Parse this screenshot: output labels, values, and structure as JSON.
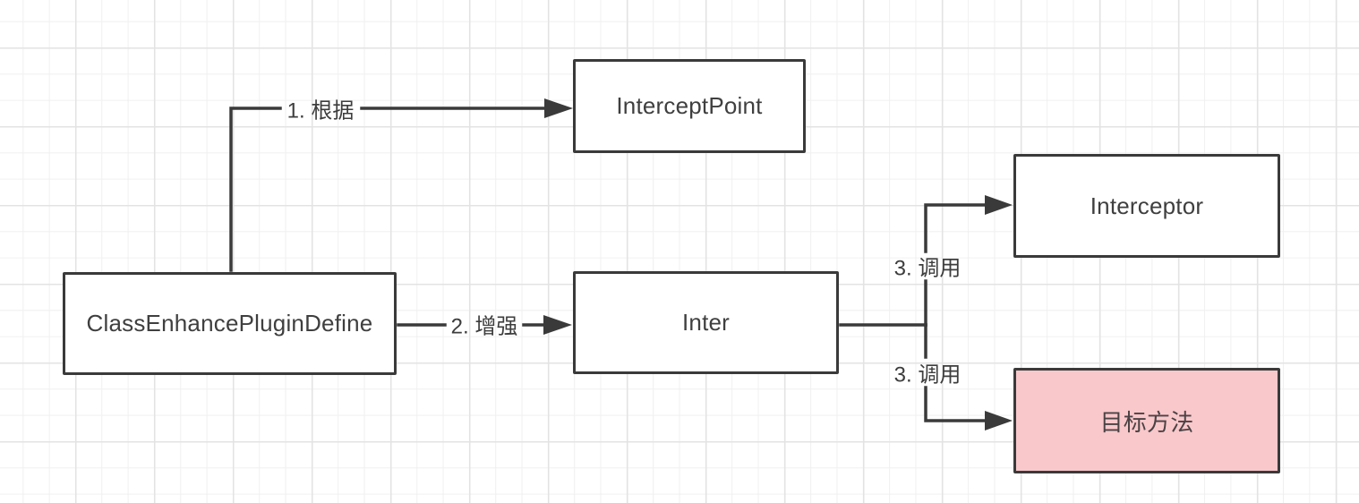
{
  "diagram": {
    "background": "#ffffff",
    "grid": {
      "minor_color": "#f0f0f0",
      "major_color": "#e3e3e3"
    },
    "stroke_color": "#3a3a3a",
    "nodes": [
      {
        "id": "intercept-point",
        "label": "InterceptPoint",
        "fill": "#ffffff",
        "text_color": "#3f3f3f"
      },
      {
        "id": "interceptor",
        "label": "Interceptor",
        "fill": "#ffffff",
        "text_color": "#3f3f3f"
      },
      {
        "id": "class-enhance-plugin-define",
        "label": "ClassEnhancePluginDefine",
        "fill": "#ffffff",
        "text_color": "#3f3f3f"
      },
      {
        "id": "inter",
        "label": "Inter",
        "fill": "#ffffff",
        "text_color": "#3f3f3f"
      },
      {
        "id": "target-method",
        "label": "目标方法",
        "fill": "#f9c8cb",
        "text_color": "#4a4244"
      }
    ],
    "edges": [
      {
        "id": "define-to-intercept-point",
        "label": "1. 根据"
      },
      {
        "id": "define-to-inter",
        "label": "2. 增强"
      },
      {
        "id": "inter-to-interceptor",
        "label": "3. 调用"
      },
      {
        "id": "inter-to-target-method",
        "label": "3. 调用"
      }
    ]
  }
}
